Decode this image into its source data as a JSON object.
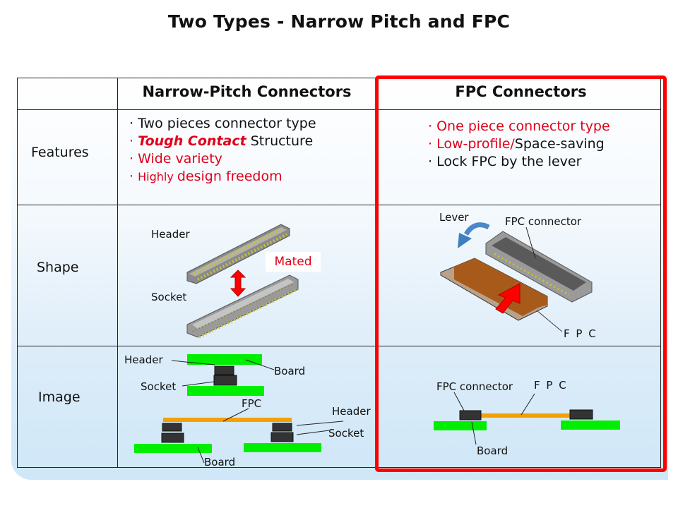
{
  "title": "Two Types - Narrow Pitch and FPC",
  "table": {
    "columns": [
      "Narrow-Pitch Connectors",
      "FPC Connectors"
    ],
    "rows": {
      "features": "Features",
      "shape": "Shape",
      "image": "Image"
    }
  },
  "narrow_pitch": {
    "features": {
      "bullet": "·",
      "item1": "Two pieces connector type",
      "item2_emph": "Tough Contact",
      "item2_rest": " Structure",
      "item3": "Wide variety",
      "item4_small": "Highly ",
      "item4_rest": "design freedom"
    },
    "shape": {
      "header_label": "Header",
      "socket_label": "Socket",
      "mated_label": "Mated"
    },
    "image": {
      "header_label": "Header",
      "socket_label": "Socket",
      "board_label": "Board",
      "fpc_label": "FPC",
      "header_label_2": "Header",
      "socket_label_2": "Socket",
      "board_label_2": "Board"
    }
  },
  "fpc": {
    "features": {
      "bullet": "·",
      "item1": "One piece connector type",
      "item2_red": "Low-profile/",
      "item2_rest": "Space-saving",
      "item3": "Lock FPC by the lever"
    },
    "shape": {
      "lever_label": "Lever",
      "connector_label": "FPC connector",
      "fpc_label": "F P C"
    },
    "image": {
      "connector_label": "FPC connector",
      "fpc_label": "F P C",
      "board_label": "Board"
    }
  },
  "colors": {
    "accent_red": "#ff0000",
    "text_red": "#e0001a",
    "board_green": "#00ee00",
    "fpc_orange": "#f5a000",
    "connector_dark": "#333333",
    "lever_blue": "#3f7fc0"
  }
}
